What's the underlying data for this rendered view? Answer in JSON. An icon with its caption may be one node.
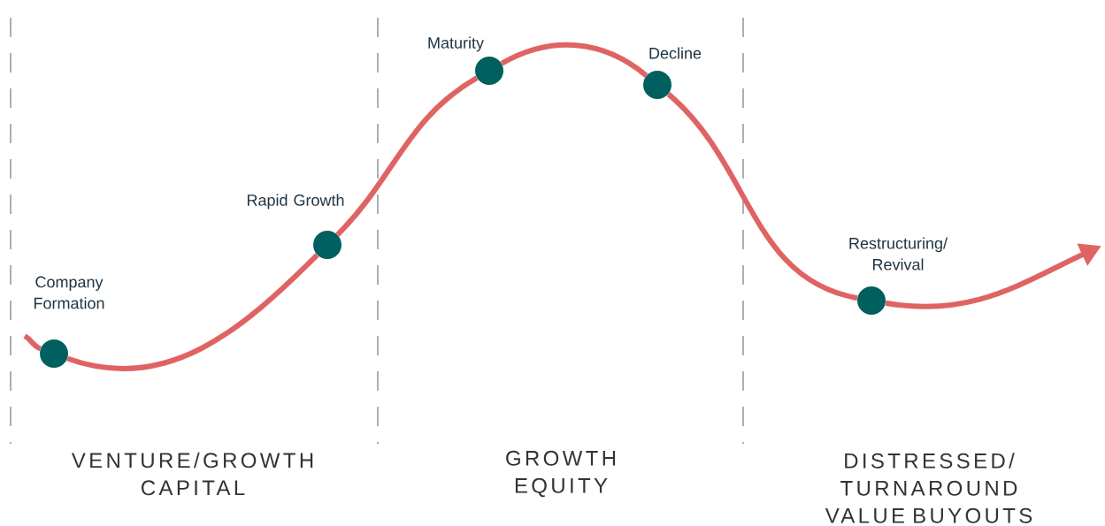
{
  "diagram": {
    "nodes": [
      {
        "text": [],
        "shape": "circle",
        "beside": [
          "Company Formation"
        ]
      },
      {
        "text": [],
        "shape": "circle",
        "beside": [
          "Rapid Growth"
        ]
      },
      {
        "text": [],
        "shape": "circle",
        "beside": [
          "Maturity"
        ]
      },
      {
        "text": [],
        "shape": "circle",
        "beside": [
          "Decline"
        ]
      },
      {
        "text": [],
        "shape": "circle",
        "beside": [
          "Restructuring/ Revival"
        ]
      }
    ],
    "edges": [
      {
        "from": null,
        "to": 0,
        "arrow": "none"
      },
      {
        "from": 0,
        "to": 1,
        "arrow": "none"
      },
      {
        "from": 1,
        "to": 2,
        "arrow": "none"
      },
      {
        "from": 2,
        "to": 3,
        "arrow": "none"
      },
      {
        "from": 3,
        "to": 4,
        "arrow": "none"
      },
      {
        "from": 4,
        "to": null,
        "arrow": "to"
      }
    ],
    "labels": [
      "VENTURE/GROWTH CAPITAL",
      "GROWTH EQUITY",
      "DISTRESSED/ TURNAROUND VALUE BUYOUTS"
    ]
  }
}
